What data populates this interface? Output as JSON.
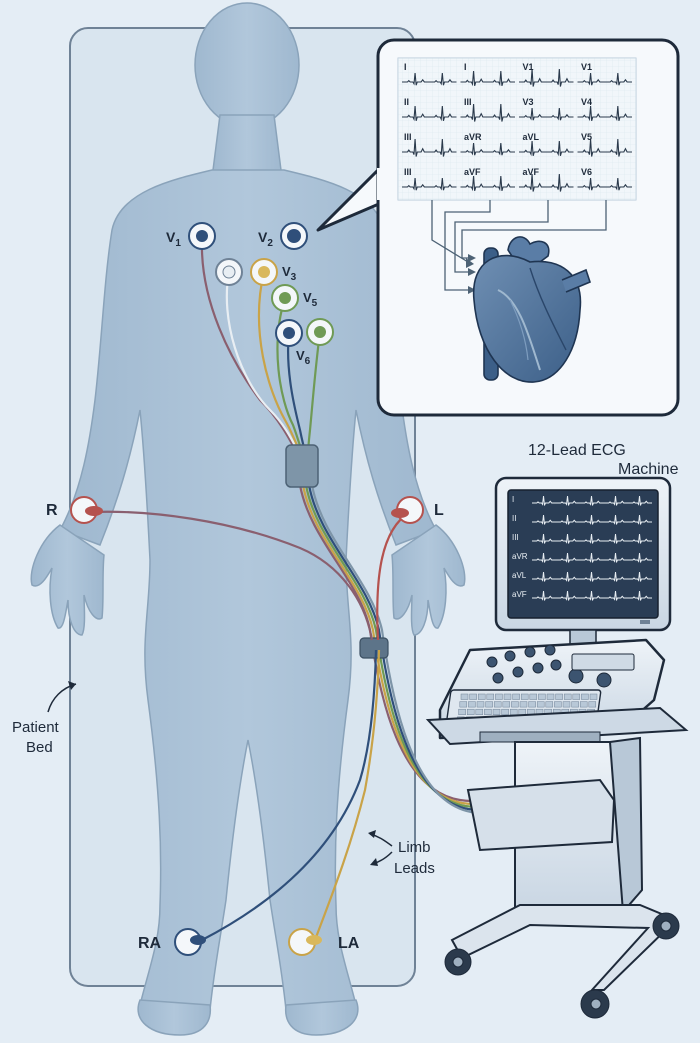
{
  "diagram": {
    "chest_electrodes": [
      {
        "base": "V",
        "sub": "1"
      },
      {
        "base": "V",
        "sub": "2"
      },
      {
        "base": "V",
        "sub": "3"
      },
      {
        "base": "V",
        "sub": "5"
      },
      {
        "base": "V",
        "sub": "6"
      }
    ],
    "limb_electrodes": {
      "right_arm": "R",
      "left_arm": "L",
      "right_leg": "RA",
      "left_leg": "LA"
    },
    "patient_bed": {
      "line1": "Patient",
      "line2": "Bed"
    },
    "limb_leads": {
      "line1": "Limb",
      "line2": "Leads"
    },
    "machine": {
      "line1": "12-Lead ECG",
      "line2": "Machine"
    },
    "ecg_grid": [
      [
        "I",
        "I",
        "V1",
        "V1"
      ],
      [
        "II",
        "III",
        "V3",
        "V4"
      ],
      [
        "III",
        "aVR",
        "aVL",
        "V5"
      ],
      [
        "III",
        "aVF",
        "aVF",
        "V6"
      ]
    ],
    "monitor_leads": [
      "I",
      "II",
      "III",
      "aVR",
      "aVL",
      "aVF"
    ],
    "colors": {
      "background": "#e4edf5",
      "body": "#a9c0d6",
      "bed": "#d9e5ef",
      "accent_dark": "#2d4a6a",
      "electrode_red": "#b5524e",
      "electrode_yellow": "#d9b85c",
      "electrode_green": "#6f9a55",
      "electrode_blue": "#2f4f7a",
      "ecg_grid": "#e9f1f6"
    }
  }
}
